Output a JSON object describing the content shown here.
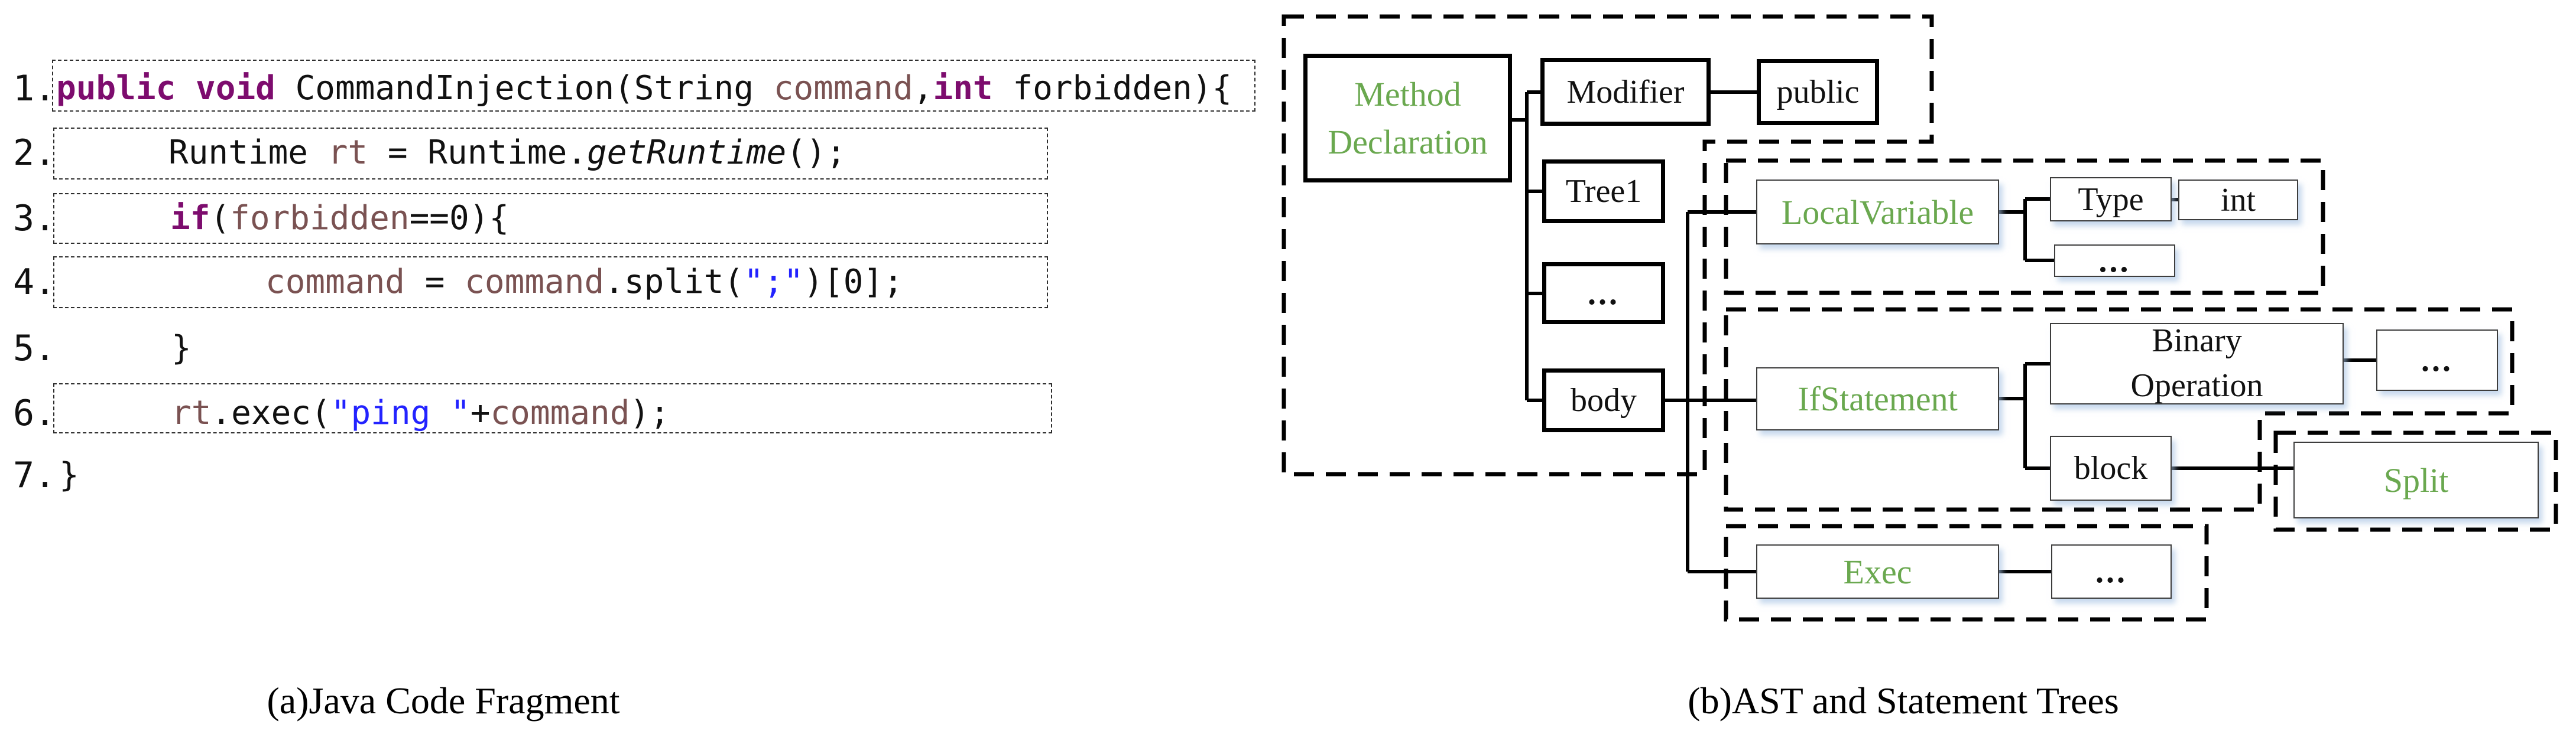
{
  "colors": {
    "green": "#6aa84f",
    "kw": "#7d0c6e",
    "var": "#7a5252",
    "str": "#2323ff",
    "ink": "#111111"
  },
  "panel_a": {
    "caption": "(a)Java Code Fragment",
    "lines": [
      {
        "num": "1.",
        "tokens": [
          "public",
          " ",
          "void",
          " CommandInjection(String ",
          "command",
          ",",
          "int",
          " forbidden){"
        ]
      },
      {
        "num": "2.",
        "tokens": [
          "Runtime ",
          "rt",
          " = Runtime.",
          "getRuntime",
          "();"
        ]
      },
      {
        "num": "3.",
        "tokens": [
          "if",
          "(",
          "forbidden",
          "==0){"
        ]
      },
      {
        "num": "4.",
        "tokens": [
          "command",
          " = ",
          "command",
          ".split(",
          "\";\"",
          ")[0];"
        ]
      },
      {
        "num": "5.",
        "tokens": [
          "}"
        ]
      },
      {
        "num": "6.",
        "tokens": [
          "rt",
          ".exec(",
          "\"ping \"",
          "+",
          "command",
          ");"
        ]
      },
      {
        "num": "7.",
        "tokens": [
          "}"
        ]
      }
    ]
  },
  "panel_b": {
    "caption": "(b)AST and Statement Trees",
    "nodes": {
      "method_declaration": "Method Declaration",
      "modifier": "Modifier",
      "public": "public",
      "tree1": "Tree1",
      "ast_ellipsis": "...",
      "body": "body",
      "local_variable": "LocalVariable",
      "type": "Type",
      "int": "int",
      "lv_ellipsis": "...",
      "if_statement": "IfStatement",
      "binary_operation": "Binary Operation",
      "binop_ellipsis": "...",
      "block": "block",
      "split": "Split",
      "exec": "Exec",
      "exec_ellipsis": "..."
    }
  }
}
